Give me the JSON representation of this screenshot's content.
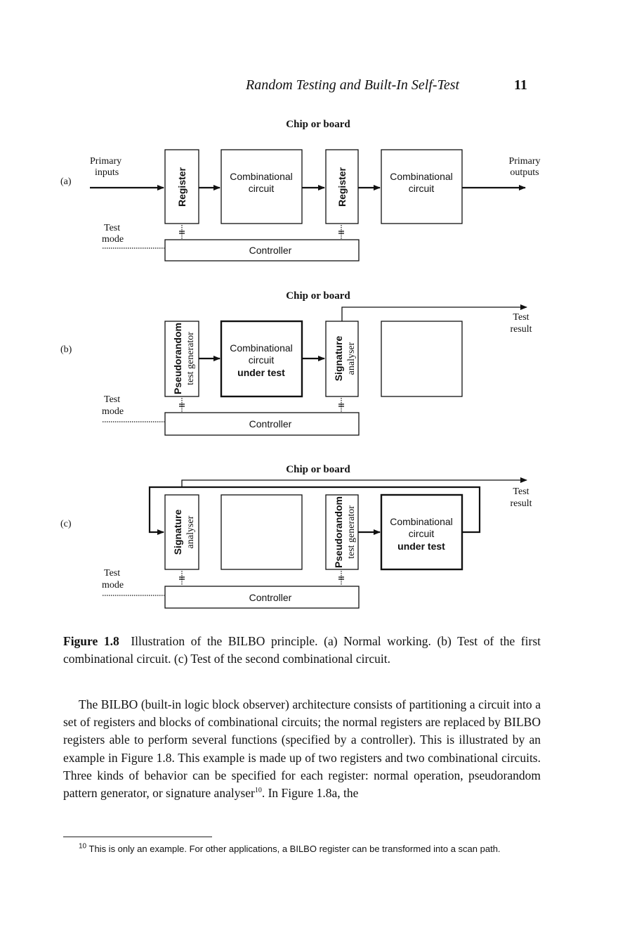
{
  "header": {
    "running_title": "Random Testing and Built-In Self-Test",
    "page_number": "11"
  },
  "figure": {
    "panel_a": {
      "label": "(a)",
      "chip_title": "Chip or board",
      "primary_inputs": [
        "Primary",
        "inputs"
      ],
      "primary_outputs": [
        "Primary",
        "outputs"
      ],
      "register1": "Register",
      "comb1": [
        "Combinational",
        "circuit"
      ],
      "register2": "Register",
      "comb2": [
        "Combinational",
        "circuit"
      ],
      "test_mode": [
        "Test",
        "mode"
      ],
      "controller": "Controller"
    },
    "panel_b": {
      "label": "(b)",
      "chip_title": "Chip or board",
      "generator": [
        "Pseudorandom",
        "test generator"
      ],
      "comb1": [
        "Combinational",
        "circuit",
        "under test"
      ],
      "analyser": [
        "Signature",
        "analyser"
      ],
      "test_result": [
        "Test",
        "result"
      ],
      "test_mode": [
        "Test",
        "mode"
      ],
      "controller": "Controller"
    },
    "panel_c": {
      "label": "(c)",
      "chip_title": "Chip or board",
      "analyser": [
        "Signature",
        "analyser"
      ],
      "generator": [
        "Pseudorandom",
        "test generator"
      ],
      "comb2": [
        "Combinational",
        "circuit",
        "under test"
      ],
      "test_result": [
        "Test",
        "result"
      ],
      "test_mode": [
        "Test",
        "mode"
      ],
      "controller": "Controller"
    }
  },
  "caption": {
    "label": "Figure 1.8",
    "text": "Illustration of the BILBO principle. (a) Normal working. (b) Test of the first combinational circuit. (c) Test of the second combinational circuit."
  },
  "body": {
    "paragraph_before_note": "The BILBO (built-in logic block observer) architecture consists of partitioning a circuit into a set of registers and blocks of combinational circuits; the normal registers are replaced by BILBO registers able to perform several functions (specified by a controller). This is illustrated by an example in Figure 1.8. This example is made up of two registers and two combinational circuits. Three kinds of behavior can be specified for each register: normal operation, pseudorandom pattern generator, or signature analyser",
    "note_ref": "10",
    "paragraph_after_note": ". In Figure 1.8a, the"
  },
  "footnote": {
    "mark": "10",
    "text": "This is only an example. For other applications, a BILBO register can be transformed into a scan path."
  }
}
